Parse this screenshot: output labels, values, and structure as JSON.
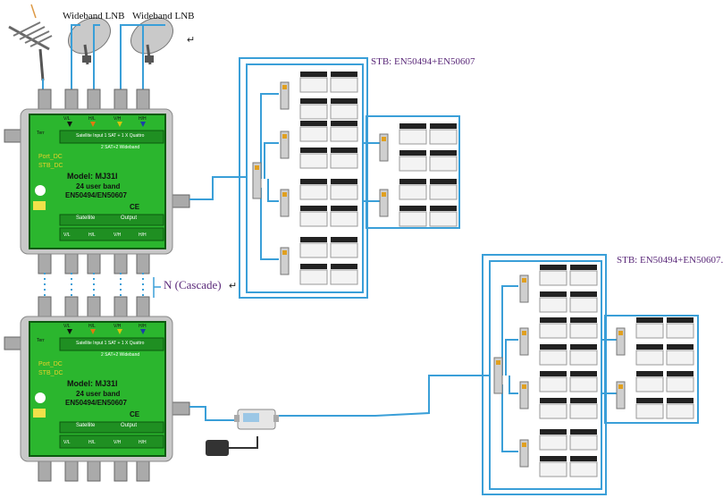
{
  "labels": {
    "lnb1": "Wideband LNB",
    "lnb2": "Wideband LNB",
    "return_mark": "↵",
    "stb_top": "STB: EN50494+EN50607",
    "stb_bottom": "STB: EN50494+EN50607.",
    "cascade": "N (Cascade)"
  },
  "switch": {
    "port_dc": "Port_DC",
    "stb_dc": "STB_DC",
    "model": "Model: MJ31I",
    "user_band": "24 user band",
    "standard": "EN50494/EN50607",
    "sat_input": "Satellite Input 1 SAT + 1 X Quattro",
    "sat_wideband": "2 SAT+2 Wideband",
    "satellite": "Satellite",
    "output": "Output",
    "terr": "Terr",
    "ports_in": [
      "V/L",
      "H/L",
      "V/H",
      "H/H"
    ],
    "ports_out": [
      "V/L",
      "H/L",
      "V/H",
      "H/H"
    ],
    "ce": "CE"
  },
  "colors": {
    "cable": "#3a9fd8",
    "switch_body": "#2bb62e",
    "switch_border": "#0b5a0f",
    "text_purple": "#5b2a7a"
  }
}
